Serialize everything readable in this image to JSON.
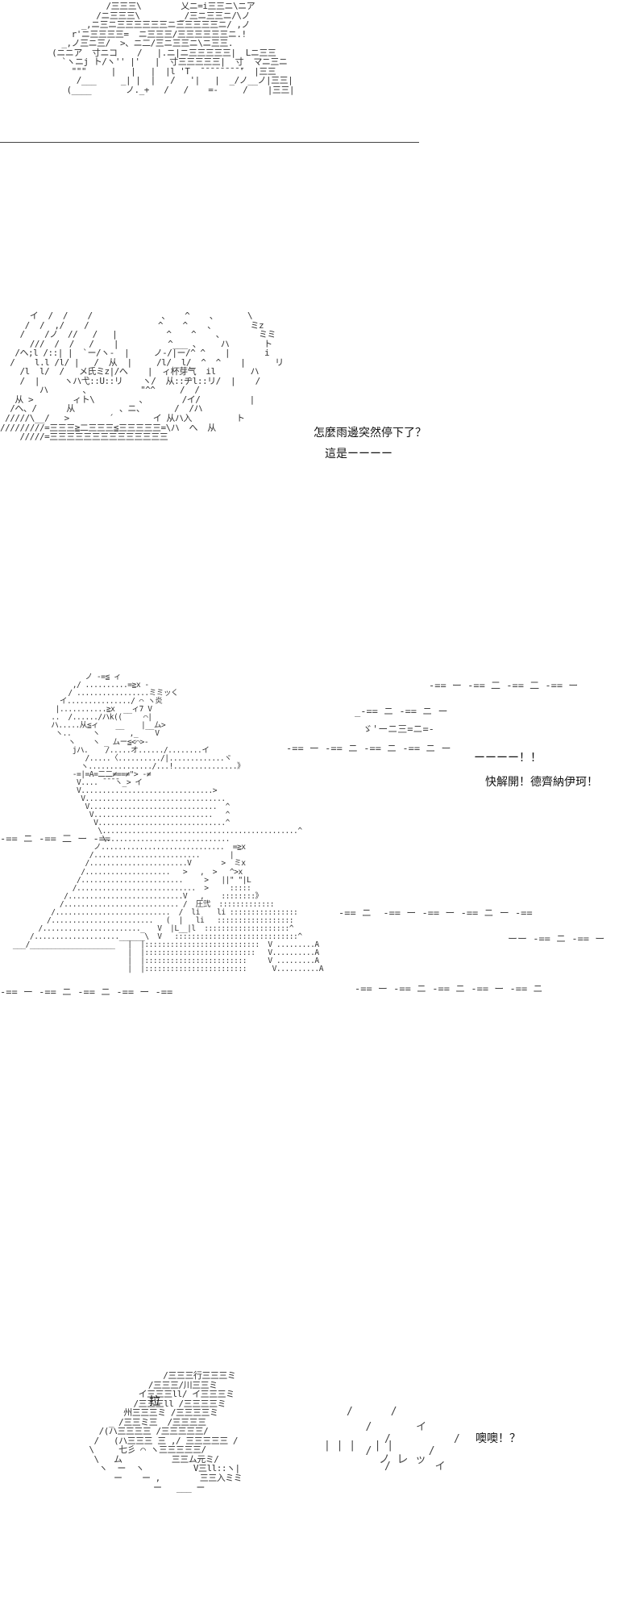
{
  "panels": [
    {
      "art": "            /三三三\\        乂ニ=i三三ニ\\ニア\n          /ニ三三三\\        _/三ニ三三ニ/\\ノ\n       _,ニ三ニ三三三三三三ニ三三三三三ニ/ ,ノ\n     r'ニ三三三三=  ニ三三三/三三三三三三ニ.!\n   _,ノ三ニ三/  >、ニ二/三ニ三三ニ\\ニ三三.\n (ニニア  寸ニコ    /   |.ニ|ニ三三三三三|  Lニ三三\n   `ヽニj ト/ヽ'' |'   |  寸三三三三三|  寸  マニ三ニ\n     \"\"\"     |   |   |  |l 'T  ̄ ̄ ̄ ̄ ̄ ̄ ̄ ̄ ̄'  |三三\n      /___     _| |  |   /   '|   |  _/ノ__ノ|三三|\n    (____       ノ._+   /   /    =-     /    |三三|"
    },
    {
      "art": "      イ  /  /    /              、   ^    、      \\\n     /  /  ,/    /              ^    ^    、       ミz\n    /    /ノ  //   /   |          ^    ^    、       ミミ\n      ///  /  /   /    |          ^___ 、    ハ       ト\n   /ヘ;l /::| |  `ー/ヽ-  |     ノ-/|ー/^ ^    |       i\n  /    l.l /l/ |   /  从  |     /l/  l/  ^  ^    |      リ\n    /l  l/  /   メ氏ミz|/へ    |  ィ杯芽气  il       ハ\n    /  |     ヽハ弋::U::リ    ヽ/  从::ヂl::リ/  |    /\n        ハ       、          \"^^     /  /\n   从 >        ィト\\         、       /イ/          |\n  /ヘ、/      从         、ニ、      /  /ハ\n /////\\__/   >        ´        イ 从ハ入         ト\n/////////=三三三≧二三三三≦三三三三三=\\ハ  へ  从\n    /////=三三三三三三三三三三三三三三",
      "dialogue": [
        "怎麼雨邊突然停下了？",
        "這是ーーーー"
      ]
    },
    {
      "art": "                    ノ -=≦ ィ\n                 ,/ ..........=≧x -\n                / .................ミミッく\n              イ.............../ ⌒ ヽ炎\n             |...........≧x  __ィ7 V\n            ..  /....../ハk((     ⌒|\n            ハ.....从≦ィ    __    |__ム>\n             ヽ..     ヽ       ,_    V\n                ヽ    ヽ _ ムー≦<⌒>-\n                 jハ.    /.....オ....../........イ\n                    /.....〈........../|.............ヾ\n                   ヽ.............../...!...............》\n                 -=|=A=二二≠==≠\"> -≠\n                  V.... ̄ ̄ ̄ ̄ヽ_> イ\n                  V...............................>\n                   V.................................\n                    V..............................  ^\n                     V............................   ^\n                      V..............................^\n                       \\..............................................^\n                        \\.............................\n                      ノ.............................  =≧x\n                     /.........................       |\n                    /.......................V       >  ミx\n                   /....................   >   ,  >   ^>x\n                  /........................     >   ||\" \"|L\n                 /............................  >     :::::\n               /...........................V   ,    ::::::::》\n              /........................... /  圧弐  :::::::::::::\n            /...........................  /  li    li ::::::::::::::::\n           /........................   (  |   li   ::::::::::::::::::\n         /......................._   V  |L__|l  ::::::::::::::::::::^\n       /....................______\\  V   :::::::::::::::::::::::::::::^\n   ___/____________________   |  |:::::::::::::::::::::::::::  V .........A\n                              |  |::::::::::::::::::::::::::   V..........A\n                              |  |::::::::::::::::::::::::     V .........A\n                              |  |::::::::::::::::::::::::      V..........A",
      "dialogue": [
        "ーーーー！！",
        "快解開！德齊納伊珂！"
      ],
      "speed_lines": [
        "-== ー -== 二 -== 二 -== ー",
        "_-== ニ -== ニ ー",
        "ゞ'ーニ三=ニ=-",
        "-== ー -== ニ -== ニ -== ニ ー",
        "-== ニ -== 二 ー -==",
        "-== ニ  -== ー -== ー -== ニ ー -==",
        "-== ー -== ニ -== ニ -== ー -==",
        "ーー -== ニ -== ー",
        "-== ー -== ニ -== ニ -== ー -== ニ"
      ]
    },
    {
      "art": "                  /三三三行三三三ミ\n               /三三三/川三三ミ\n             イ三三三ll/ イ三三三ミ\n            /三三三ll /三三三三ミ\n          州三三三ミ /三三三三ミ\n       _ /三三ミ三  /三三三三\n     /(ハ三三三三 /三三三三三/\n    /   (ハ三三三 三 ,/ 三三三三三 /\n   \\     七彡 ⌒ ヽ三三三三三/\n    \\   ム          三三ム元ミ/\n     ヽ  ー  ヽ          V三ll::ヽ|\n        ー    ー ,        三三入ミミ\n                ー   ___ ー",
      "dialogue": [
        "噢噢！？"
      ],
      "labels": [
        "拉"
      ],
      "effects": [
        "| | |   | |",
        "ノ レ ッ"
      ]
    }
  ]
}
